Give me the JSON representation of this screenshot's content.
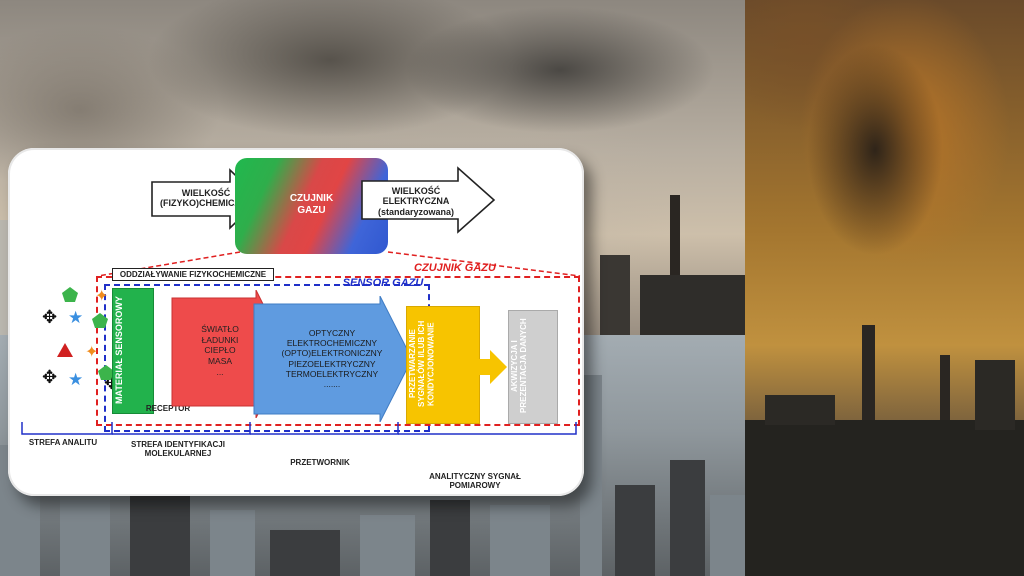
{
  "top": {
    "input_label": "WIELKOŚĆ\n(FIZYKO)CHEMICZNA",
    "sensor_label": "CZUJNIK\nGAZU",
    "output_label": "WIELKOŚĆ\nELEKTRYCZNA\n(standaryzowana)"
  },
  "diagram": {
    "red_box_title": "CZUJNIK GAZU",
    "blue_box_title": "SENSOR GAZU",
    "interaction_label": "ODDZIAŁYWANIE FIZYKOCHEMICZNE",
    "sensor_material": "MATERIAŁ SENSOROWY",
    "receptor": "RECEPTOR",
    "red_arrow_text": "ŚWIATŁO\nŁADUNKI\nCIEPŁO\nMASA\n...",
    "blue_arrow_text": "OPTYCZNY\nELEKTROCHEMICZNY\n(OPTO)ELEKTRONICZNY\nPIEZOELEKTRYCZNY\nTERMOELEKTRYCZNY\n.......",
    "yellow_block": "PRZETWARZANIE\nSYGNAŁÓW I/LUB ICH\nKONDYCJONOWANIE",
    "gray_block": "AKWIZYCJA I\nPREZENTACJA DANYCH"
  },
  "zones": {
    "analyte": "STREFA ANALITU",
    "identification": "STREFA IDENTYFIKACJI\nMOLEKULARNEJ",
    "transducer": "PRZETWORNIK",
    "signal": "ANALITYCZNY SYGNAŁ\nPOMIAROWY"
  },
  "colors": {
    "red": "#e02020",
    "blue": "#2030c8",
    "green": "#22b24c",
    "transducer_red": "#ee4b4b",
    "transducer_blue": "#5f9be0",
    "yellow": "#f7c400",
    "gray": "#cfcfcf"
  }
}
